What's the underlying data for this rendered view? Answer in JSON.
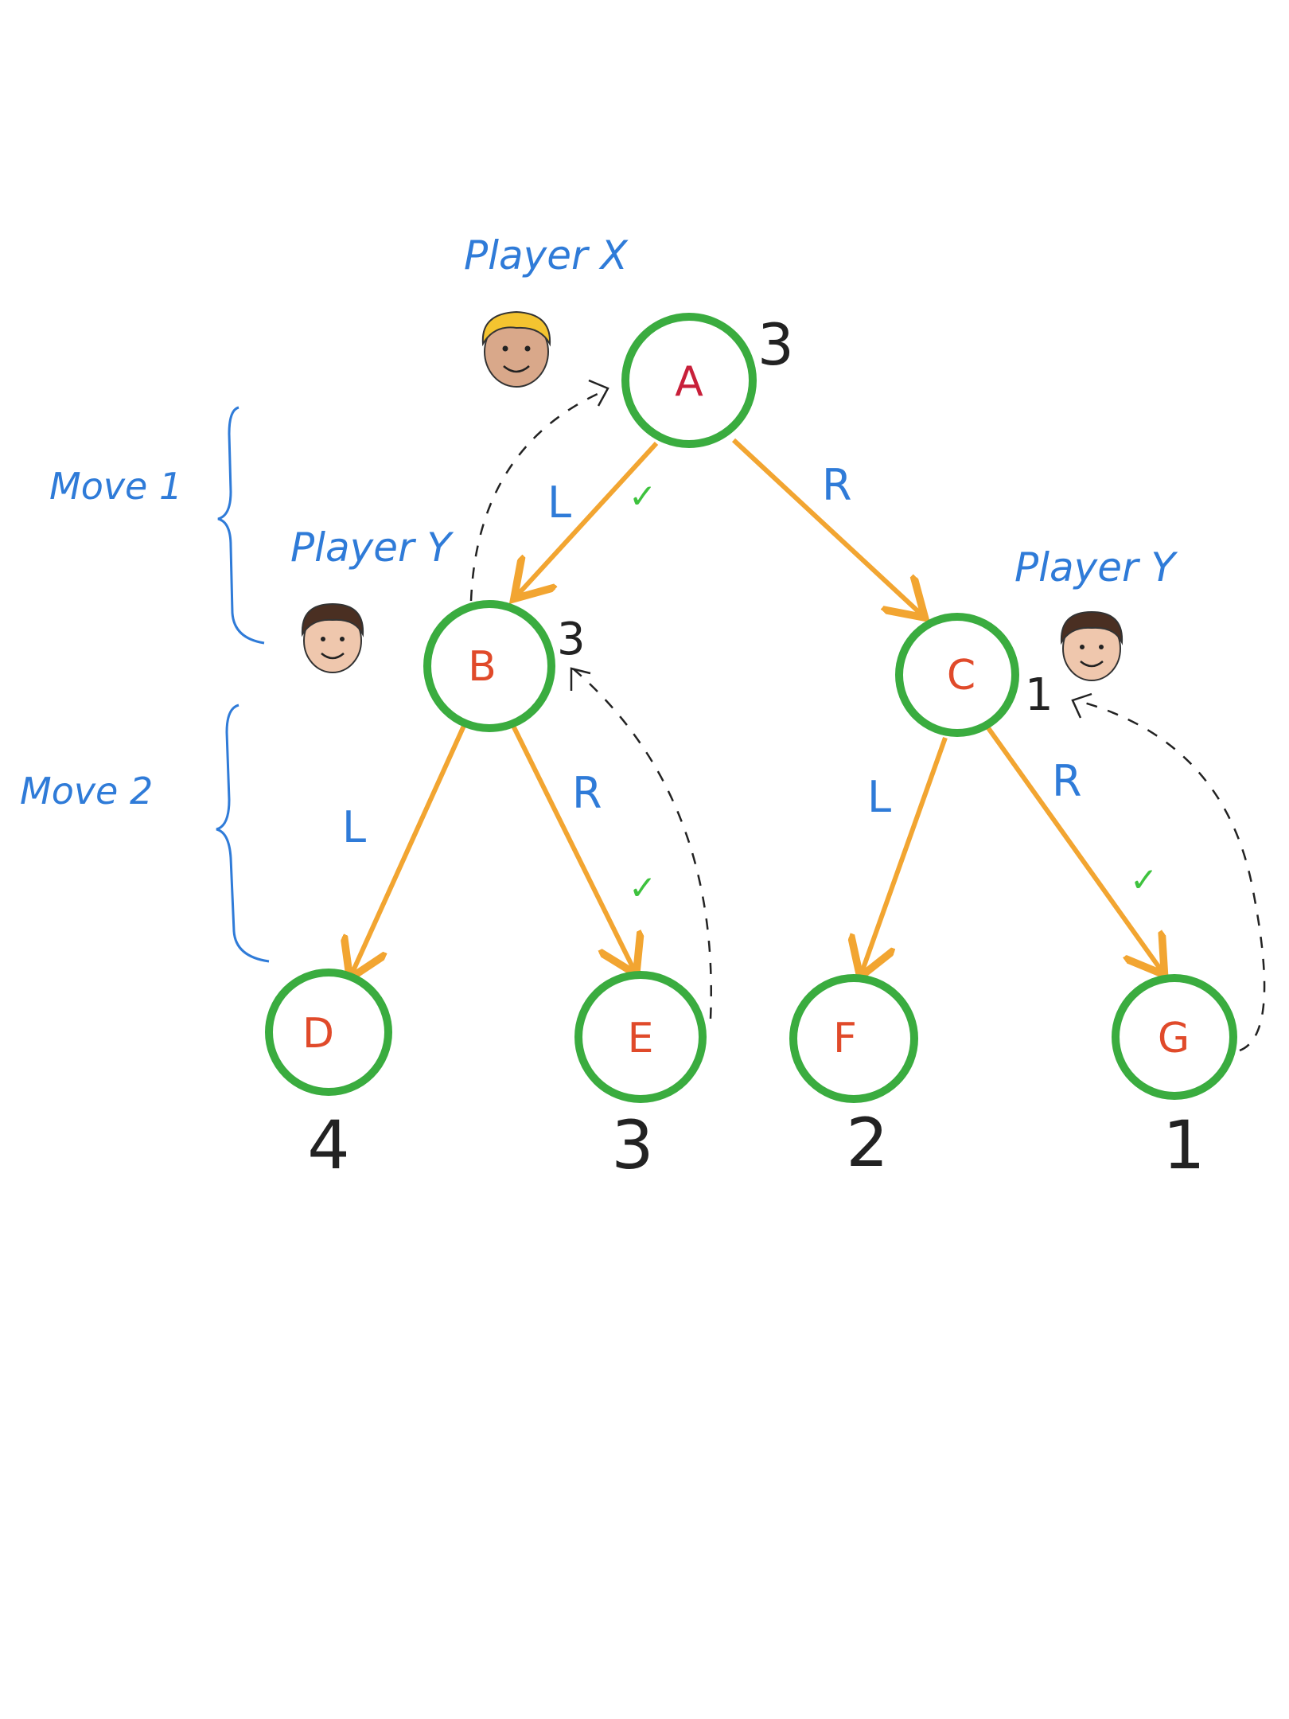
{
  "colors": {
    "node_ring": "#3aac3f",
    "node_letter": "#e04a2a",
    "node_letter_root": "#c8203a",
    "edge": "#f2a531",
    "label_blue": "#2f7bd8",
    "check": "#3ec23e",
    "dashed": "#222222",
    "values": "#222222"
  },
  "players": {
    "x": "Player X",
    "y_left": "Player Y",
    "y_right": "Player Y"
  },
  "moves": {
    "move1": "Move 1",
    "move2": "Move 2"
  },
  "nodes": {
    "A": {
      "letter": "A",
      "value": "3"
    },
    "B": {
      "letter": "B",
      "value": "3"
    },
    "C": {
      "letter": "C",
      "value": "1"
    },
    "D": {
      "letter": "D",
      "value": "4"
    },
    "E": {
      "letter": "E",
      "value": "3"
    },
    "F": {
      "letter": "F",
      "value": "2"
    },
    "G": {
      "letter": "G",
      "value": "1"
    }
  },
  "edge_labels": {
    "AB": "L",
    "AC": "R",
    "BD": "L",
    "BE": "R",
    "CF": "L",
    "CG": "R"
  },
  "checkmark": "✓",
  "icons": [
    "face-blond-icon",
    "face-brown-icon",
    "face-brown-icon"
  ]
}
